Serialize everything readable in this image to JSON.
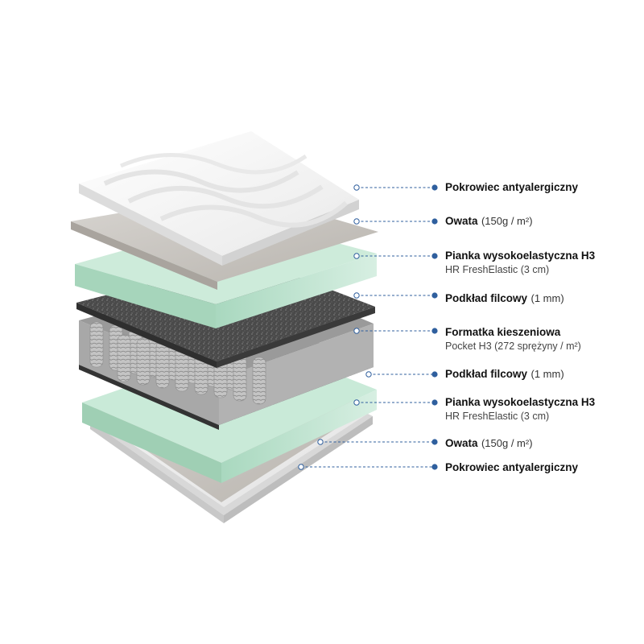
{
  "colors": {
    "accent": "#2f5f9e",
    "cover": "#f4f4f4",
    "wadding": "#c9c5c0",
    "foam": "#bfe3cf",
    "felt": "#4d4d4d",
    "springs": "#b9b9b9"
  },
  "layers": [
    {
      "title": "Pokrowiec antyalergiczny",
      "note": "",
      "sub": ""
    },
    {
      "title": "Owata",
      "note": "(150g / m²)",
      "sub": ""
    },
    {
      "title": "Pianka wysokoelastyczna H3",
      "note": "",
      "sub": "HR FreshElastic (3 cm)"
    },
    {
      "title": "Podkład filcowy",
      "note": "(1 mm)",
      "sub": ""
    },
    {
      "title": "Formatka kieszeniowa",
      "note": "",
      "sub": "Pocket H3 (272 sprężyny / m²)"
    },
    {
      "title": "Podkład filcowy",
      "note": "(1 mm)",
      "sub": ""
    },
    {
      "title": "Pianka wysokoelastyczna H3",
      "note": "",
      "sub": "HR FreshElastic (3 cm)"
    },
    {
      "title": "Owata",
      "note": "(150g / m²)",
      "sub": ""
    },
    {
      "title": "Pokrowiec antyalergiczny",
      "note": "",
      "sub": ""
    }
  ]
}
